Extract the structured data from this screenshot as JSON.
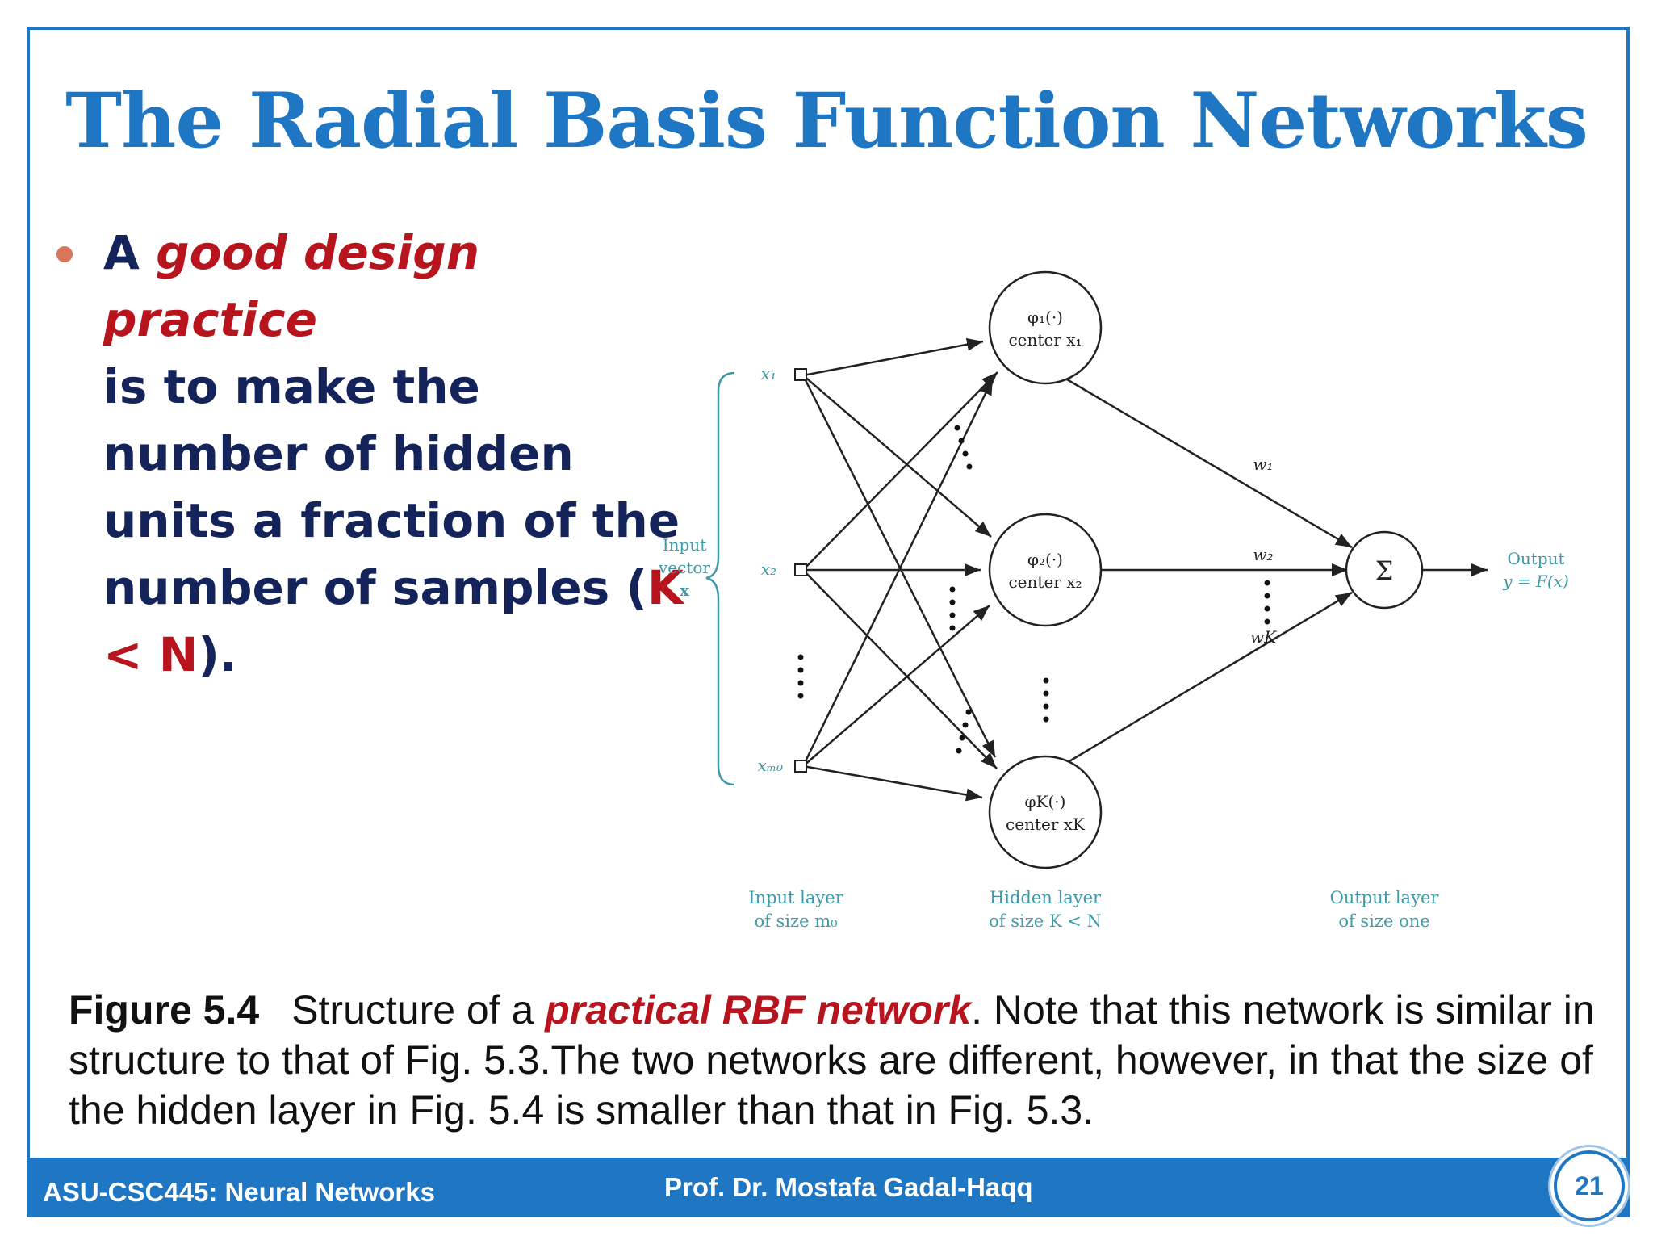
{
  "title": "The Radial Basis Function Networks",
  "bullet": {
    "prefix": "A ",
    "emphasis": "good design practice",
    "line_rest": "is to make the number of hidden units a fraction of the number of samples (",
    "kn": "K < N",
    "suffix": ")."
  },
  "figure": {
    "input_label": [
      "Input",
      "vector",
      "x"
    ],
    "input_nodes": [
      "x₁",
      "x₂",
      "xₘ₀"
    ],
    "hidden_nodes": [
      {
        "func": "φ₁(·)",
        "center": "center x₁"
      },
      {
        "func": "φ₂(·)",
        "center": "center x₂"
      },
      {
        "func": "φK(·)",
        "center": "center xK"
      }
    ],
    "weights": [
      "w₁",
      "w₂",
      "wK"
    ],
    "sum_symbol": "Σ",
    "output_label": [
      "Output",
      "y = F(x)"
    ],
    "layer_labels": {
      "input": [
        "Input layer",
        "of size m₀"
      ],
      "hidden": [
        "Hidden layer",
        "of size K < N"
      ],
      "output": [
        "Output layer",
        "of size one"
      ]
    }
  },
  "caption": {
    "label": "Figure 5.4",
    "pre": "Structure of a ",
    "emphasis": "practical RBF network",
    "post": ". Note that this network is similar in structure to that of Fig. 5.3.The two networks are different, however, in that the size of the hidden layer in Fig. 5.4 is smaller than that in Fig. 5.3."
  },
  "footer": {
    "left": "ASU-CSC445: Neural Networks",
    "center": "Prof. Dr. Mostafa Gadal-Haqq",
    "page": "21"
  },
  "colors": {
    "accent": "#1f76c2",
    "emphasis_red": "#b8141d",
    "text_navy": "#14235a",
    "figure_teal": "#3f9aa8"
  }
}
